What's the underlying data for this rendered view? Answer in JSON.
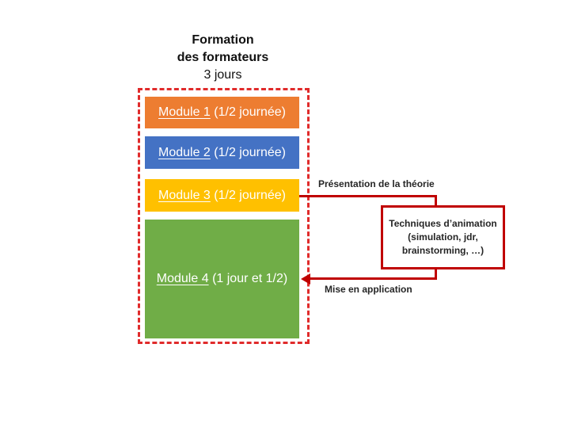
{
  "title": {
    "line1": "Formation",
    "line2": "des formateurs",
    "line3": "3 jours"
  },
  "modules": [
    {
      "name": "Module 1",
      "duration": "(1/2 journée)",
      "color": "#ED7D31"
    },
    {
      "name": "Module 2",
      "duration": "(1/2 journée)",
      "color": "#4472C4"
    },
    {
      "name": "Module 3",
      "duration": "(1/2 journée)",
      "color": "#FFC000"
    },
    {
      "name": "Module 4",
      "duration": "(1 jour et 1/2)",
      "color": "#70AD47"
    }
  ],
  "callouts": {
    "theory_label": "Présentation de la théorie",
    "application_label": "Mise en application",
    "techniques_box": {
      "line1": "Techniques d’animation",
      "line2": "(simulation, jdr,",
      "line3": "brainstorming, …)"
    }
  },
  "colors": {
    "frame_dash": "#E02B2B",
    "connector": "#C00000",
    "text_dark": "#262626",
    "module_text": "#FFFFFF"
  }
}
